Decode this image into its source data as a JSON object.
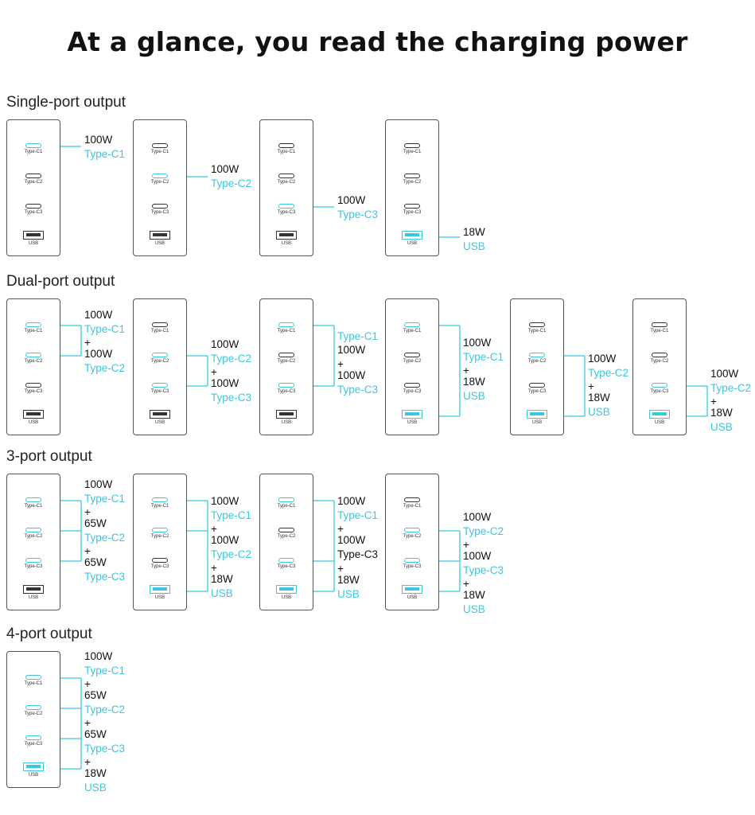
{
  "title": "At a glance, you read the charging power",
  "sections": [
    {
      "label": "Single-port output"
    },
    {
      "label": "Dual-port output"
    },
    {
      "label": "3-port output"
    },
    {
      "label": "4-port output"
    }
  ],
  "port_labels": [
    "Type-C1",
    "Type-C2",
    "Type-C3",
    "USB"
  ],
  "colors": {
    "active": "#39c8e0",
    "inactive": "#333333"
  },
  "configs": [
    {
      "section": 0,
      "active": [
        0
      ],
      "labels": [
        {
          "t": "100W",
          "k": "w"
        },
        {
          "t": "Type-C1",
          "k": "p"
        }
      ]
    },
    {
      "section": 0,
      "active": [
        1
      ],
      "labels": [
        {
          "t": "100W",
          "k": "w"
        },
        {
          "t": "Type-C2",
          "k": "p"
        }
      ]
    },
    {
      "section": 0,
      "active": [
        2
      ],
      "labels": [
        {
          "t": "100W",
          "k": "w"
        },
        {
          "t": "Type-C3",
          "k": "p"
        }
      ]
    },
    {
      "section": 0,
      "active": [
        3
      ],
      "labels": [
        {
          "t": "18W",
          "k": "w"
        },
        {
          "t": "USB",
          "k": "p"
        }
      ]
    },
    {
      "section": 1,
      "active": [
        0,
        1
      ],
      "labels": [
        {
          "t": "100W",
          "k": "w"
        },
        {
          "t": "Type-C1",
          "k": "p"
        },
        {
          "t": "+",
          "k": "w"
        },
        {
          "t": "100W",
          "k": "w"
        },
        {
          "t": "Type-C2",
          "k": "p"
        }
      ]
    },
    {
      "section": 1,
      "active": [
        1,
        2
      ],
      "labels": [
        {
          "t": "100W",
          "k": "w"
        },
        {
          "t": "Type-C2",
          "k": "p"
        },
        {
          "t": "+",
          "k": "w"
        },
        {
          "t": "100W",
          "k": "w"
        },
        {
          "t": "Type-C3",
          "k": "p"
        }
      ]
    },
    {
      "section": 1,
      "active": [
        0,
        2
      ],
      "labels": [
        {
          "t": "Type-C1",
          "k": "p"
        },
        {
          "t": "100W",
          "k": "w"
        },
        {
          "t": "+",
          "k": "w"
        },
        {
          "t": "100W",
          "k": "w"
        },
        {
          "t": "Type-C3",
          "k": "p"
        }
      ]
    },
    {
      "section": 1,
      "active": [
        0,
        3
      ],
      "labels": [
        {
          "t": "100W",
          "k": "w"
        },
        {
          "t": "Type-C1",
          "k": "p"
        },
        {
          "t": "+",
          "k": "w"
        },
        {
          "t": "18W",
          "k": "w"
        },
        {
          "t": "USB",
          "k": "p"
        }
      ]
    },
    {
      "section": 1,
      "active": [
        1,
        3
      ],
      "labels": [
        {
          "t": "100W",
          "k": "w"
        },
        {
          "t": "Type-C2",
          "k": "p"
        },
        {
          "t": "+",
          "k": "w"
        },
        {
          "t": "18W",
          "k": "w"
        },
        {
          "t": "USB",
          "k": "p"
        }
      ]
    },
    {
      "section": 1,
      "active": [
        2,
        3
      ],
      "labels": [
        {
          "t": "100W",
          "k": "w"
        },
        {
          "t": "Type-C2",
          "k": "p"
        },
        {
          "t": "+",
          "k": "w"
        },
        {
          "t": "18W",
          "k": "w"
        },
        {
          "t": "USB",
          "k": "p"
        }
      ]
    },
    {
      "section": 2,
      "active": [
        0,
        1,
        2
      ],
      "labels": [
        {
          "t": "100W",
          "k": "w"
        },
        {
          "t": "Type-C1",
          "k": "p"
        },
        {
          "t": "+",
          "k": "w"
        },
        {
          "t": "65W",
          "k": "w"
        },
        {
          "t": "Type-C2",
          "k": "p"
        },
        {
          "t": "+",
          "k": "w"
        },
        {
          "t": "65W",
          "k": "w"
        },
        {
          "t": "Type-C3",
          "k": "p"
        }
      ]
    },
    {
      "section": 2,
      "active": [
        0,
        1,
        3
      ],
      "labels": [
        {
          "t": "100W",
          "k": "w"
        },
        {
          "t": "Type-C1",
          "k": "p"
        },
        {
          "t": "+",
          "k": "w"
        },
        {
          "t": "100W",
          "k": "w"
        },
        {
          "t": "Type-C2",
          "k": "p"
        },
        {
          "t": "+",
          "k": "w"
        },
        {
          "t": "18W",
          "k": "w"
        },
        {
          "t": "USB",
          "k": "p"
        }
      ]
    },
    {
      "section": 2,
      "active": [
        0,
        2,
        3
      ],
      "labels": [
        {
          "t": "100W",
          "k": "w"
        },
        {
          "t": "Type-C1",
          "k": "p"
        },
        {
          "t": "+",
          "k": "w"
        },
        {
          "t": "100W",
          "k": "w"
        },
        {
          "t": "Type-C3",
          "k": "w"
        },
        {
          "t": "+",
          "k": "w"
        },
        {
          "t": "18W",
          "k": "w"
        },
        {
          "t": "USB",
          "k": "p"
        }
      ]
    },
    {
      "section": 2,
      "active": [
        1,
        2,
        3
      ],
      "labels": [
        {
          "t": "100W",
          "k": "w"
        },
        {
          "t": "Type-C2",
          "k": "p"
        },
        {
          "t": "+",
          "k": "w"
        },
        {
          "t": "100W",
          "k": "w"
        },
        {
          "t": "Type-C3",
          "k": "p"
        },
        {
          "t": "+",
          "k": "w"
        },
        {
          "t": "18W",
          "k": "w"
        },
        {
          "t": "USB",
          "k": "p"
        }
      ]
    },
    {
      "section": 3,
      "active": [
        0,
        1,
        2,
        3
      ],
      "labels": [
        {
          "t": "100W",
          "k": "w"
        },
        {
          "t": "Type-C1",
          "k": "p"
        },
        {
          "t": "+",
          "k": "w"
        },
        {
          "t": "65W",
          "k": "w"
        },
        {
          "t": "Type-C2",
          "k": "p"
        },
        {
          "t": "+",
          "k": "w"
        },
        {
          "t": "65W",
          "k": "w"
        },
        {
          "t": "Type-C3",
          "k": "p"
        },
        {
          "t": "+",
          "k": "w"
        },
        {
          "t": "18W",
          "k": "w"
        },
        {
          "t": "USB",
          "k": "p"
        }
      ]
    }
  ]
}
